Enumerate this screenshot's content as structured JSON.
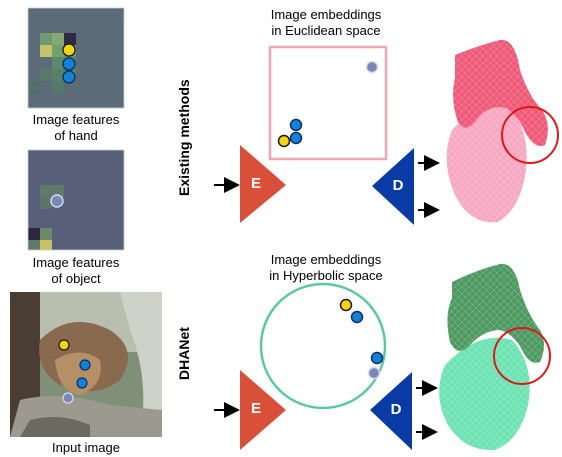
{
  "hand_features": {
    "caption_line1": "Image features",
    "caption_line2": "of hand"
  },
  "object_features": {
    "caption_line1": "Image features",
    "caption_line2": "of object"
  },
  "input_image": {
    "caption": "Input image"
  },
  "existing": {
    "row_label": "Existing methods",
    "title_line1": "Image embeddings",
    "title_line2": "in Euclidean space",
    "encoder": "E",
    "decoder": "D"
  },
  "dhanet": {
    "row_label": "DHANet",
    "title_line1": "Image embeddings",
    "title_line2": "in Hyperbolic space",
    "encoder": "E",
    "decoder": "D"
  },
  "colors": {
    "encoder": "#d9503a",
    "decoder": "#0a3aa3",
    "euclid_box": "#f0a7b3",
    "hyper_circle": "#5dc8a0",
    "hand_red": "#ef5a78",
    "object_pink": "#f7a9c3",
    "hand_green": "#4f9a62",
    "object_mint": "#6ee3b4",
    "highlight_circle": "#e01818",
    "dot_yellow": "#f4d414",
    "dot_blue": "#1481d8",
    "dot_gray": "#7a85b8"
  }
}
